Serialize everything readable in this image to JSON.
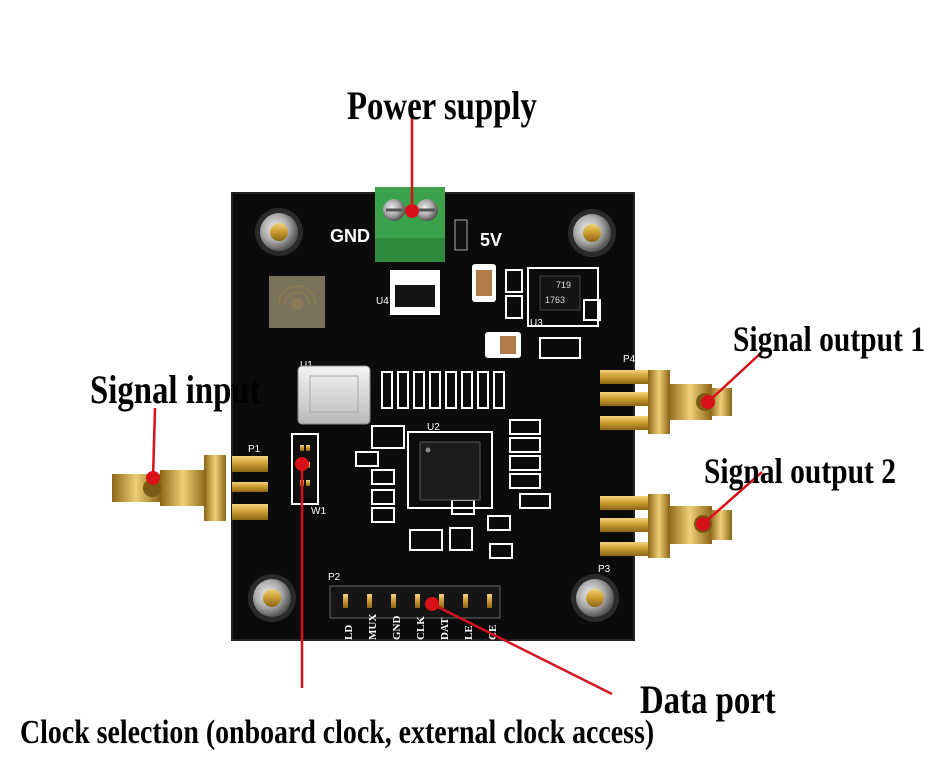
{
  "callouts": {
    "power_supply": "Power supply",
    "signal_input": "Signal input",
    "signal_output_1": "Signal output 1",
    "signal_output_2": "Signal output 2",
    "data_port": "Data port",
    "clock_selection": "Clock selection (onboard clock, external clock access)"
  },
  "silkscreen": {
    "gnd": "GND",
    "five_v": "5V",
    "u1": "U1",
    "u2": "U2",
    "u3": "U3",
    "u4": "U4",
    "p1": "P1",
    "p2": "P2",
    "p3": "P3",
    "p4": "P4",
    "w1": "W1",
    "ic_1763": "1763",
    "ic_719": "719",
    "pin_labels": [
      "LD",
      "MUX",
      "GND",
      "CLK",
      "DAT",
      "LE",
      "CE"
    ]
  },
  "colors": {
    "pcb": "#0b0b0b",
    "gold": "#c99a2e",
    "terminal_green": "#3aa24a",
    "callout_red": "#d8101a"
  }
}
